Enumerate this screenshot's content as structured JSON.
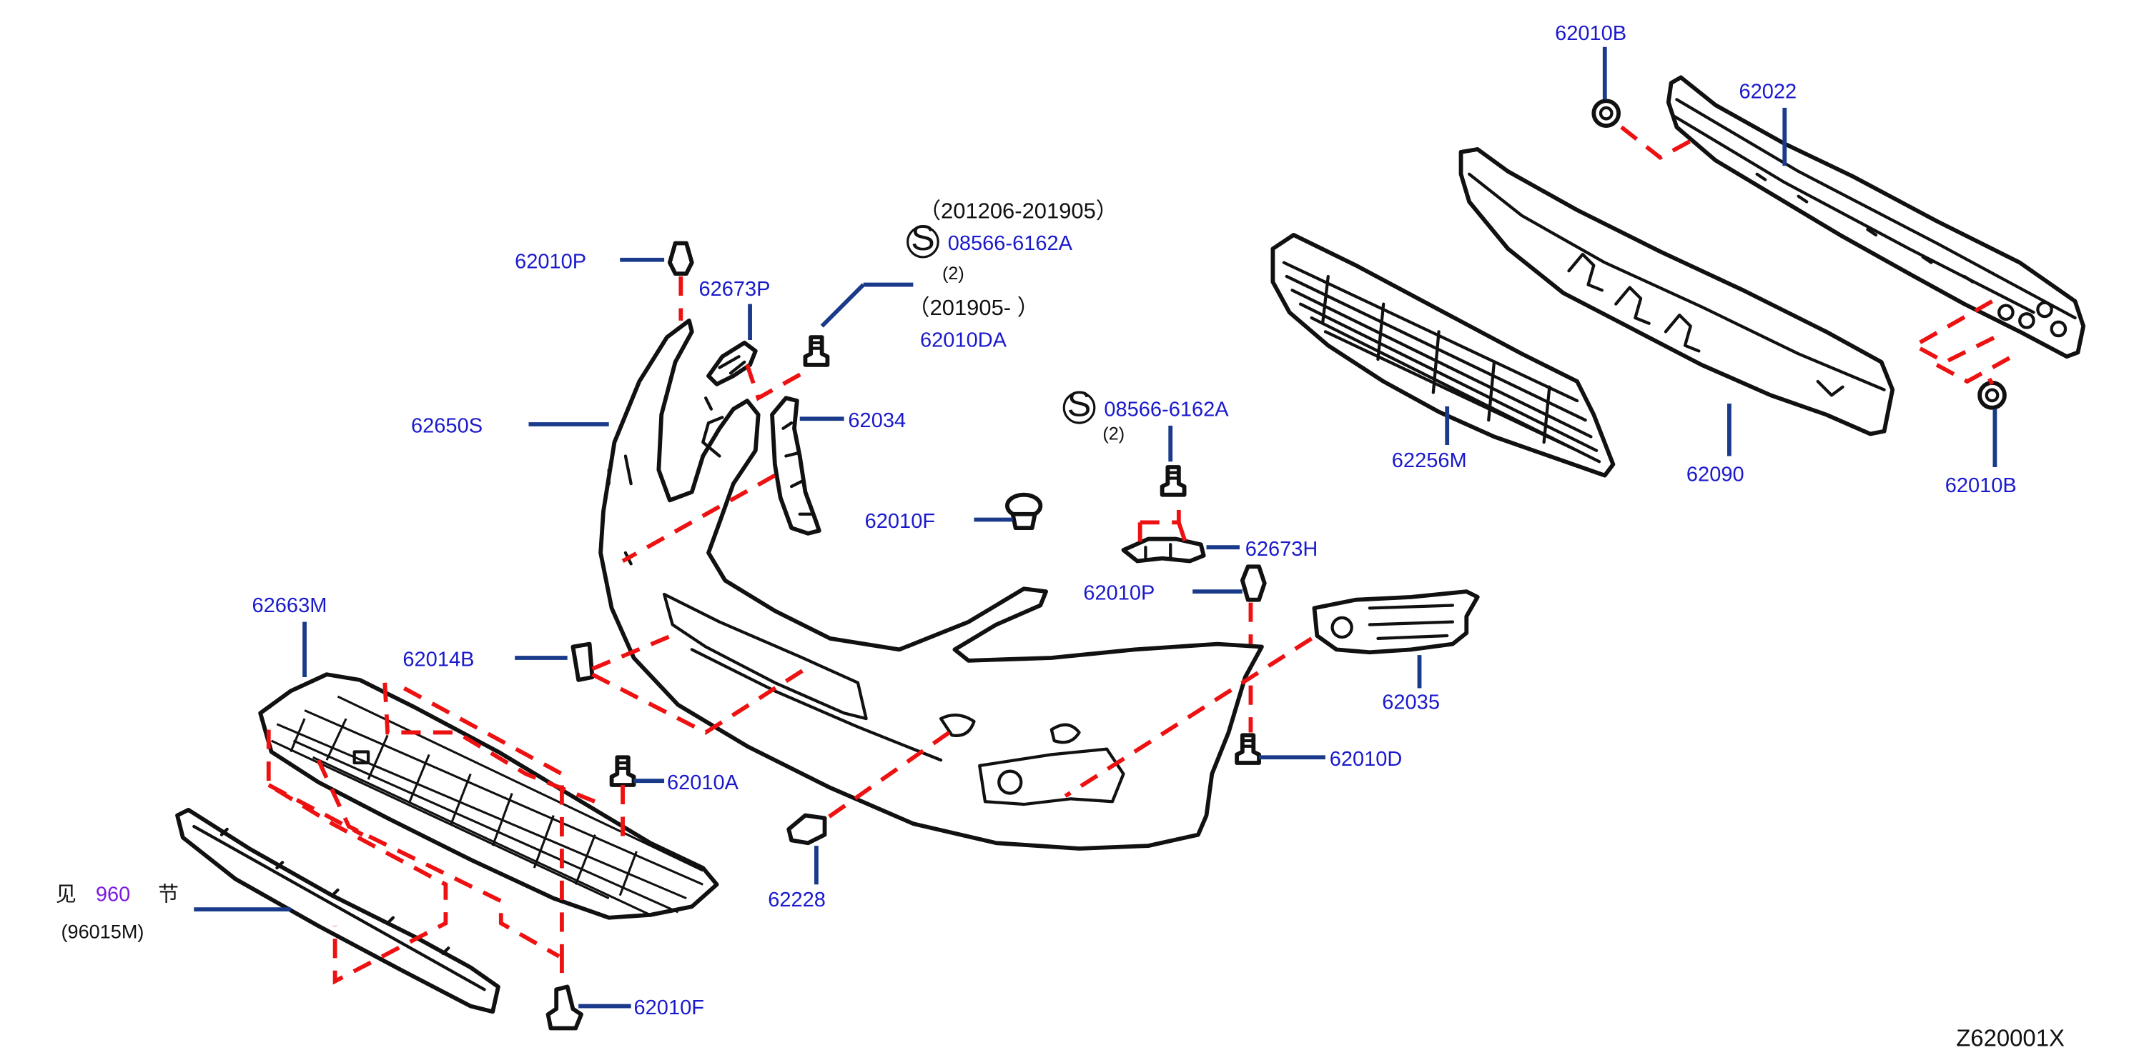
{
  "diagram": {
    "figure_code": "Z620001X",
    "colors": {
      "label": "#1a1acc",
      "leader": "#1a3a8a",
      "dashed_guide": "#ee1111",
      "ink": "#111111",
      "link": "#7a1ae0"
    },
    "labels": {
      "p62010B_top": "62010B",
      "p62022": "62022",
      "p62010B_right": "62010B",
      "p62090": "62090",
      "p62256M": "62256M",
      "date1": "（201206-201905）",
      "s_code1": "08566-6162A",
      "qty1": "(2)",
      "date2": "（201905-                ）",
      "p62010DA": "62010DA",
      "s_code2": "08566-6162A",
      "qty2": "(2)",
      "p62010P_top": "62010P",
      "p62673P": "62673P",
      "p62650S": "62650S",
      "p62034": "62034",
      "p62010F_mid": "62010F",
      "p62673H": "62673H",
      "p62010P_mid": "62010P",
      "p62035": "62035",
      "p62663M": "62663M",
      "p62014B": "62014B",
      "p62010A": "62010A",
      "p62010D": "62010D",
      "p62228": "62228",
      "ref_prefix": "见",
      "ref_section": "960",
      "ref_suffix": "节",
      "p96015M": "(96015M)",
      "p62010F_bot": "62010F",
      "s_symbol": "S"
    }
  }
}
